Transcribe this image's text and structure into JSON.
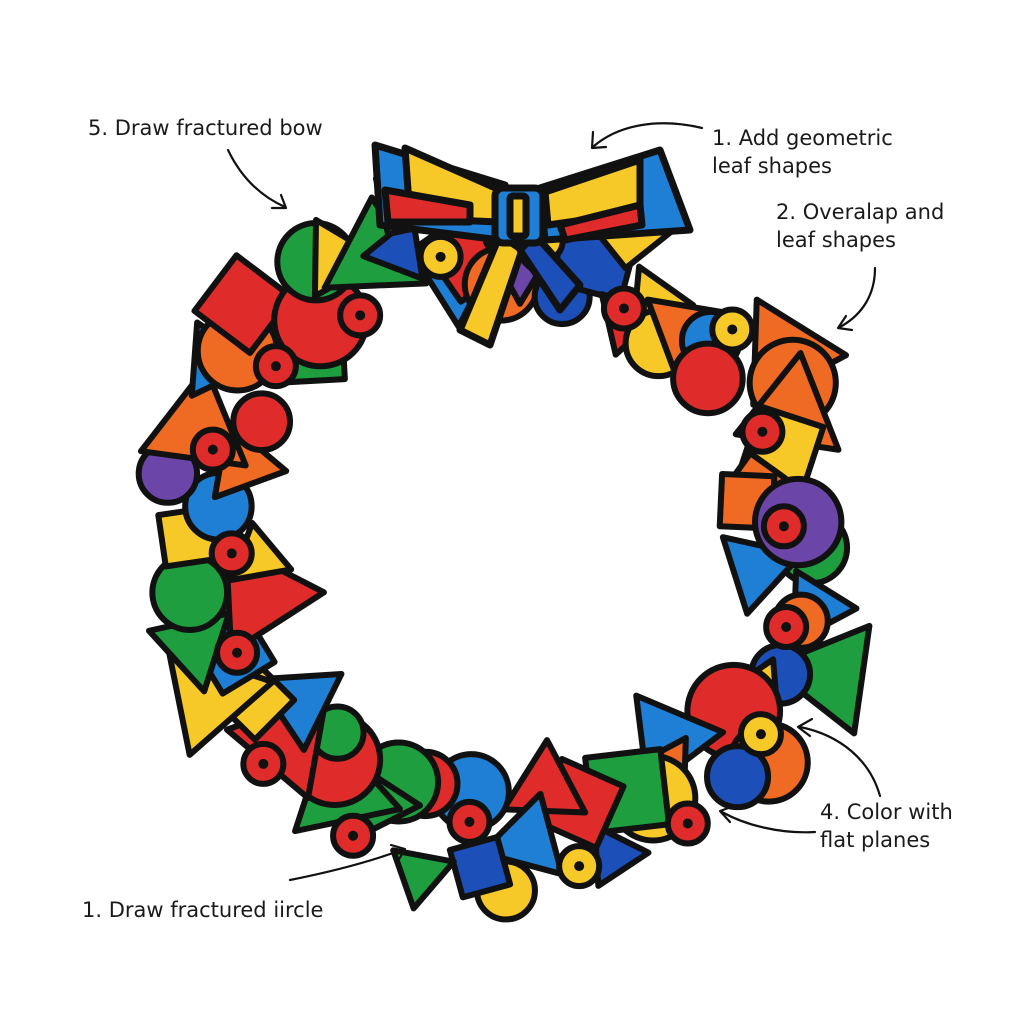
{
  "labels": {
    "step5": "5. Draw fractured bow",
    "step1_leaf": "1. Add geometric\nleaf shapes",
    "step2": "2. Overalap and\nleaf shapes",
    "step4": "4. Color with\nflat planes",
    "step1_circle": "1. Draw fractured iircle"
  },
  "palette": {
    "red": "#e02b2b",
    "blue": "#1f7fd4",
    "navy": "#1d4fb8",
    "green": "#1e9e3f",
    "yellow": "#f7c928",
    "orange": "#ef6a22",
    "purple": "#6b45a8",
    "outline": "#111111"
  }
}
